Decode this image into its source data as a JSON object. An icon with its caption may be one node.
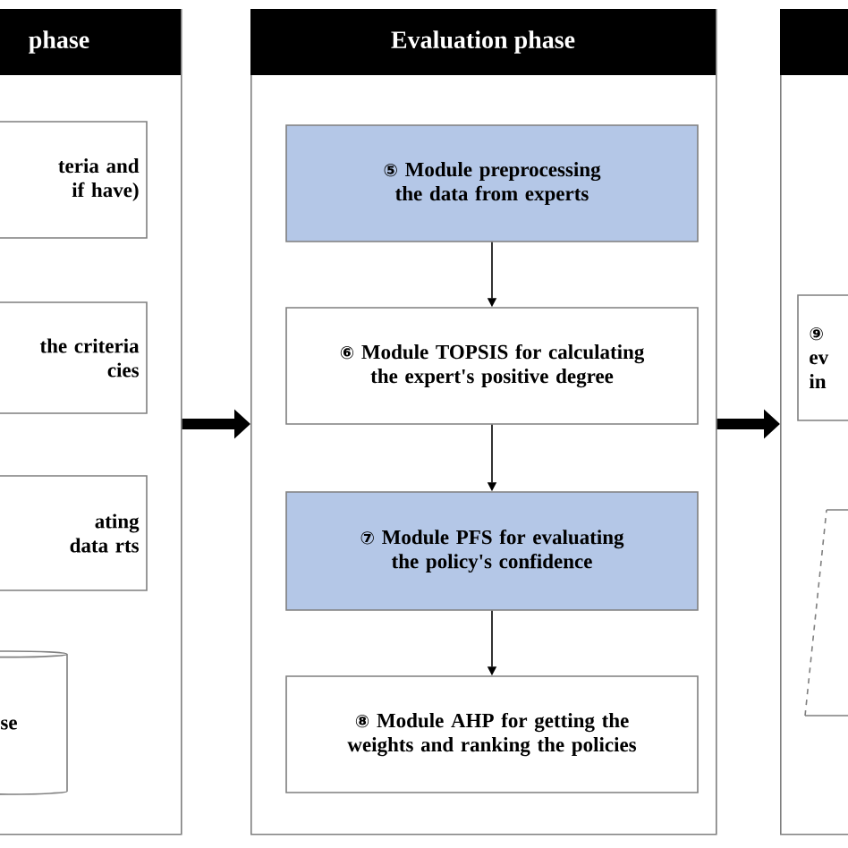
{
  "diagram": {
    "nodes": [
      {
        "text": [
          "phase"
        ]
      },
      {
        "text": [
          "teria and if have)"
        ],
        "in": 0
      },
      {
        "text": [
          "the criteria cies"
        ],
        "in": 0
      },
      {
        "text": [
          "ating data rts"
        ],
        "in": 0
      },
      {
        "text": [
          "se"
        ],
        "in": 0
      },
      {
        "text": [
          "Evaluation phase"
        ]
      },
      {
        "text": [
          "⑤ Module preprocessing the data from experts"
        ],
        "in": 5
      },
      {
        "text": [
          "⑥ Module TOPSIS for calculating the expert's positive degree"
        ],
        "in": 5
      },
      {
        "text": [
          "⑦ Module PFS for evaluating the policy's confidence"
        ],
        "in": 5
      },
      {
        "text": [
          "⑧ Module AHP for getting the weights and ranking the policies"
        ],
        "in": 5
      },
      {
        "text": [],
        "shape": "box"
      },
      {
        "text": [
          "⑨ ev in"
        ],
        "in": 10
      },
      {
        "text": [],
        "shape": "parallelogram",
        "in": 10
      }
    ],
    "edges": [
      {
        "from": 0,
        "to": 5,
        "arrow": "to",
        "style": "thick"
      },
      {
        "from": 5,
        "to": 10,
        "arrow": "to",
        "style": "thick"
      },
      {
        "from": 6,
        "to": 7,
        "arrow": "to"
      },
      {
        "from": 7,
        "to": 8,
        "arrow": "to"
      },
      {
        "from": 8,
        "to": 9,
        "arrow": "to"
      }
    ]
  }
}
